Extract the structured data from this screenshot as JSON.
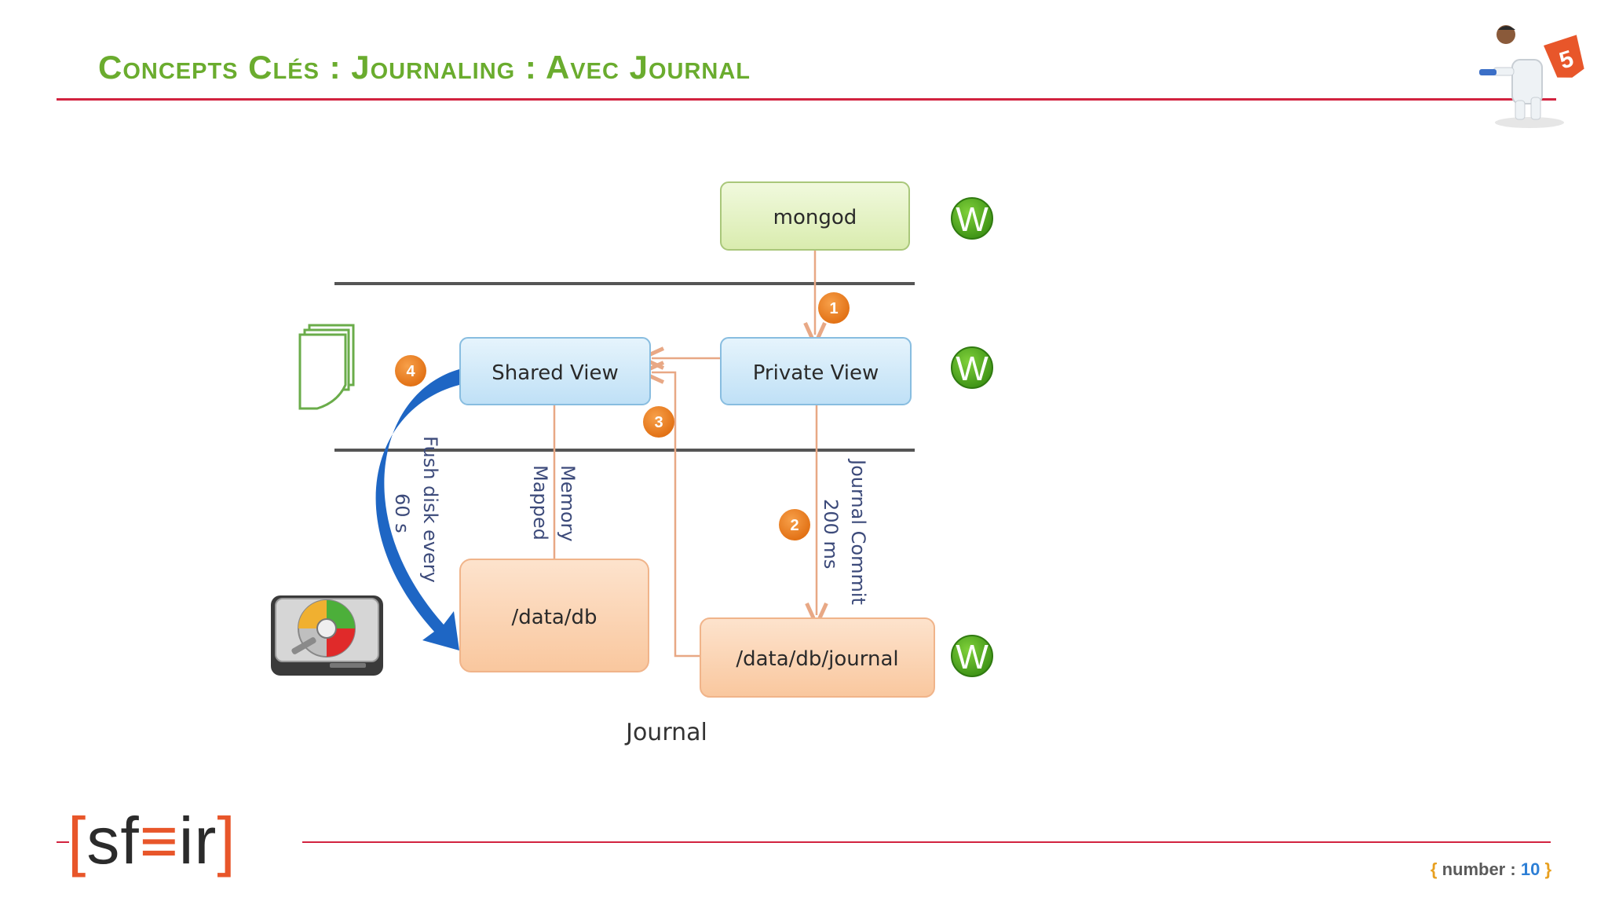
{
  "slide": {
    "title": "Concepts Clés : Journaling : Avec Journal",
    "logo": {
      "open": "[",
      "s_f": "sf",
      "eq": "≡",
      "i_r": "ir",
      "close": "]"
    },
    "page": {
      "open": "{",
      "key": "number",
      "sep": ":",
      "value": "10",
      "close": "}"
    }
  },
  "diagram": {
    "nodes": {
      "mongod": "mongod",
      "shared_view": "Shared View",
      "private_view": "Private View",
      "data_db": "/data/db",
      "data_db_journal": "/data/db/journal"
    },
    "badges": [
      "1",
      "2",
      "3",
      "4"
    ],
    "edge_labels": {
      "flush_line1": "Fush disk every",
      "flush_line2": "60 s",
      "memory_line1": "Memory",
      "memory_line2": "Mapped",
      "journal_line1": "Journal Commit",
      "journal_line2": "200 ms"
    },
    "write_marker": "W",
    "caption": "Journal",
    "colors": {
      "mongod_fill": "#e4f2c4",
      "view_fill": "#cde8f8",
      "disk_fill": "#fcd3b2",
      "badge": "#ec7a1c",
      "write_marker": "#4aaa1c",
      "flush_arrow": "#1e66c4",
      "connector": "#e8a885"
    }
  }
}
